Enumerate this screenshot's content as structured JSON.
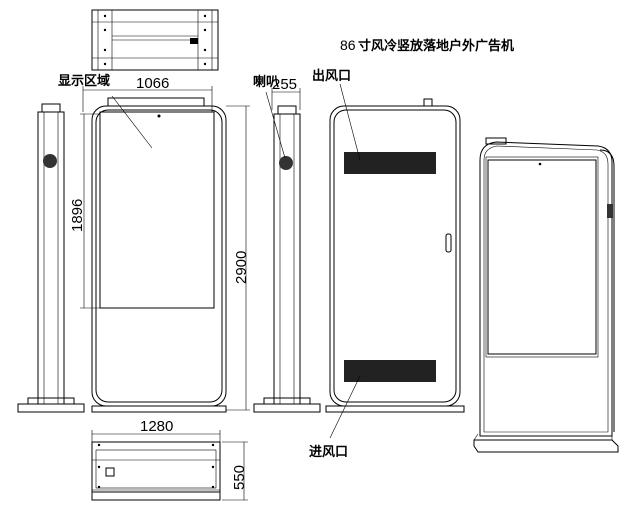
{
  "title": {
    "model": "86",
    "text": "寸风冷竖放落地户外广告机"
  },
  "labels": {
    "display_area": "显示区域",
    "speaker": "喇叭",
    "air_outlet": "出风口",
    "air_inlet": "进风口"
  },
  "dimensions": {
    "display_width": "1066",
    "display_height": "1896",
    "speaker_depth": "255",
    "total_height": "2900",
    "total_width": "1280",
    "base_depth": "550"
  }
}
